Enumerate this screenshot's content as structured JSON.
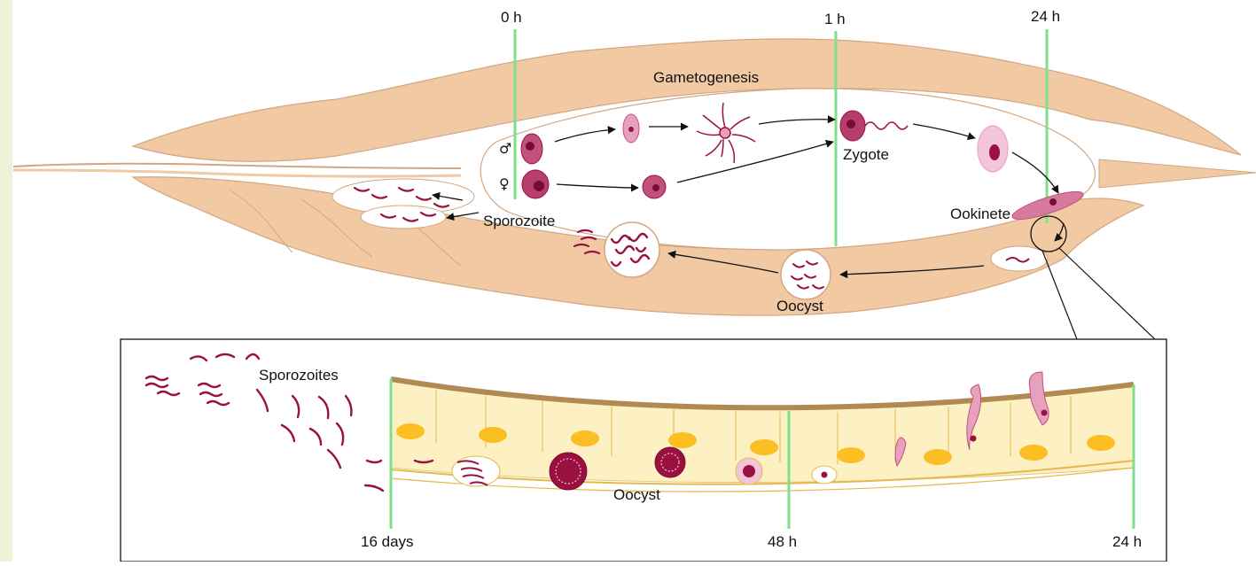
{
  "time_markers": {
    "t0": "0 h",
    "t1": "1 h",
    "t24": "24 h",
    "t16d": "16 days",
    "t48": "48 h",
    "t24b": "24 h"
  },
  "stages": {
    "gametogenesis": "Gametogenesis",
    "zygote": "Zygote",
    "ookinete": "Ookinete",
    "sporozoite": "Sporozoite",
    "oocyst": "Oocyst"
  },
  "inset": {
    "sporozoites": "Sporozoites",
    "oocyst": "Oocyst"
  },
  "symbols": {
    "male": "♂",
    "female": "♀"
  },
  "colors": {
    "mosquito_body": "#f1c9a3",
    "body_outline": "#d3a683",
    "marker_line": "#7ee08a",
    "parasite": "#9a1040",
    "parasite_light": "#e6a9c3",
    "gut_epithelium": "#fdf0c3",
    "nucleus": "#fbbf24",
    "basal_lamina": "#b08a52"
  }
}
